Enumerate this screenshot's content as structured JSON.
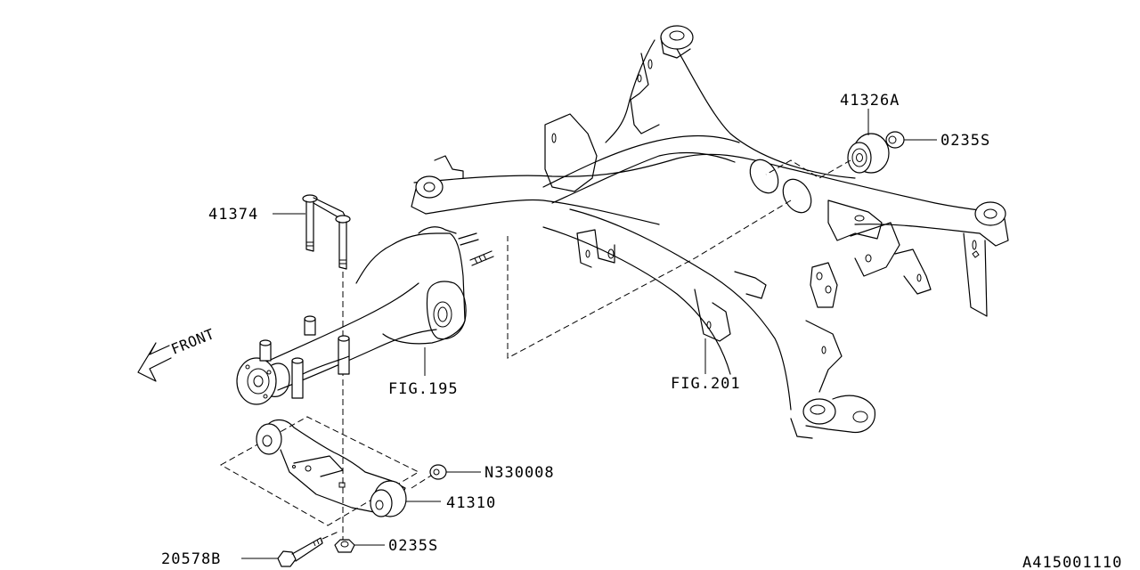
{
  "diagram": {
    "title": "Rear Suspension Crossmember / Differential Mount",
    "reference_code": "A415001110",
    "direction_indicator": "FRONT",
    "callouts": [
      {
        "id": "41326A",
        "label": "41326A",
        "part": "bushing"
      },
      {
        "id": "0235S-upper",
        "label": "0235S",
        "part": "nut"
      },
      {
        "id": "41374",
        "label": "41374",
        "part": "bolt set"
      },
      {
        "id": "FIG.195",
        "label": "FIG.195",
        "part": "differential assembly"
      },
      {
        "id": "FIG.201",
        "label": "FIG.201",
        "part": "rear crossmember"
      },
      {
        "id": "N330008",
        "label": "N330008",
        "part": "nut"
      },
      {
        "id": "41310",
        "label": "41310",
        "part": "differential mount bracket"
      },
      {
        "id": "20578B",
        "label": "20578B",
        "part": "bolt"
      },
      {
        "id": "0235S-lower",
        "label": "0235S",
        "part": "nut"
      }
    ]
  }
}
